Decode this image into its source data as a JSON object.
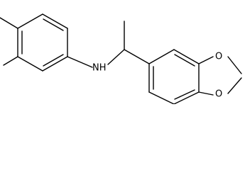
{
  "atoms": {
    "nh": "NH",
    "o_top": "O",
    "o_bottom": "O"
  }
}
